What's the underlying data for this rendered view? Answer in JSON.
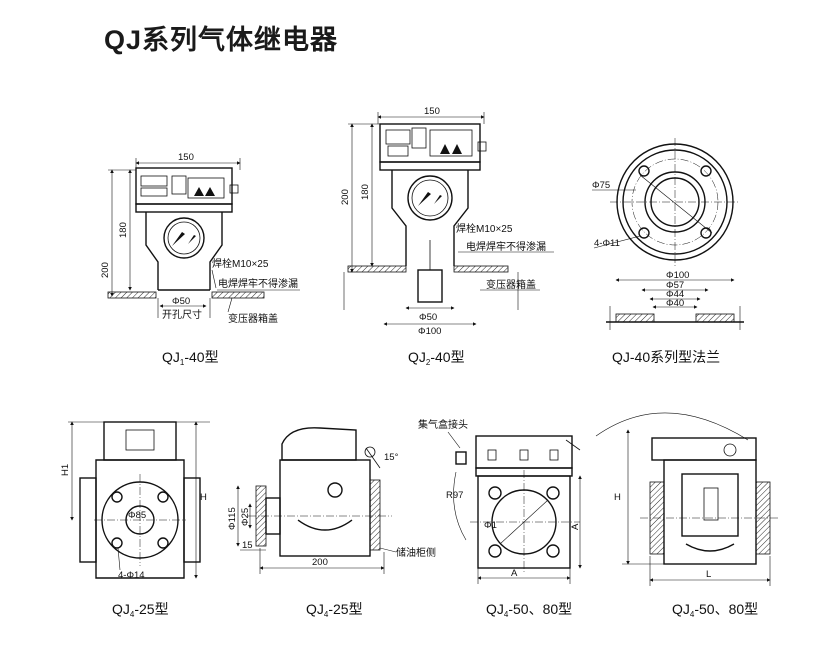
{
  "title": "QJ系列气体继电器",
  "diagrams": {
    "qj1_40": {
      "caption_main": "QJ",
      "caption_sub": "1",
      "caption_suffix": "-40型",
      "dim_width": "150",
      "dim_height_inner": "180",
      "dim_height_total": "200",
      "dim_bottom": "Φ50",
      "label_bolt": "焊栓M10×25",
      "label_weld": "电焊焊牢不得渗漏",
      "label_hole": "开孔尺寸",
      "label_tank": "变压器箱盖"
    },
    "qj2_40": {
      "caption_main": "QJ",
      "caption_sub": "2",
      "caption_suffix": "-40型",
      "dim_width": "150",
      "dim_height_inner": "180",
      "dim_height_total": "200",
      "dim_bottom_inner": "Φ50",
      "dim_bottom_outer": "Φ100",
      "label_bolt": "焊栓M10×25",
      "label_weld": "电焊焊牢不得渗漏",
      "label_tank": "变压器箱盖"
    },
    "qj40_flange": {
      "caption": "QJ-40系列型法兰",
      "dim_bolt_circle": "Φ75",
      "dim_holes": "4-Φ11",
      "dim_d100": "Φ100",
      "dim_d57": "Φ57",
      "dim_d44": "Φ44",
      "dim_d40": "Φ40"
    },
    "qj4_25_front": {
      "caption_main": "QJ",
      "caption_sub": "4",
      "caption_suffix": "-25型",
      "dim_h1": "H1",
      "dim_h": "H",
      "dim_center": "Φ85",
      "dim_holes": "4-Φ14"
    },
    "qj4_25_side": {
      "caption_main": "QJ",
      "caption_sub": "4",
      "caption_suffix": "-25型",
      "dim_115": "Φ115",
      "dim_25": "Φ25",
      "dim_15": "15",
      "dim_200": "200",
      "dim_angle": "15°",
      "label_tank": "储油柜侧"
    },
    "qj4_50_front": {
      "caption_main": "QJ",
      "caption_sub": "4",
      "caption_suffix": "-50、80型",
      "label_gas": "集气盒接头",
      "dim_r": "R97",
      "dim_phi": "Φ1",
      "dim_a_h": "A",
      "dim_a_v": "A"
    },
    "qj4_50_side": {
      "caption_main": "QJ",
      "caption_sub": "4",
      "caption_suffix": "-50、80型",
      "dim_h": "H",
      "dim_l": "L"
    }
  }
}
